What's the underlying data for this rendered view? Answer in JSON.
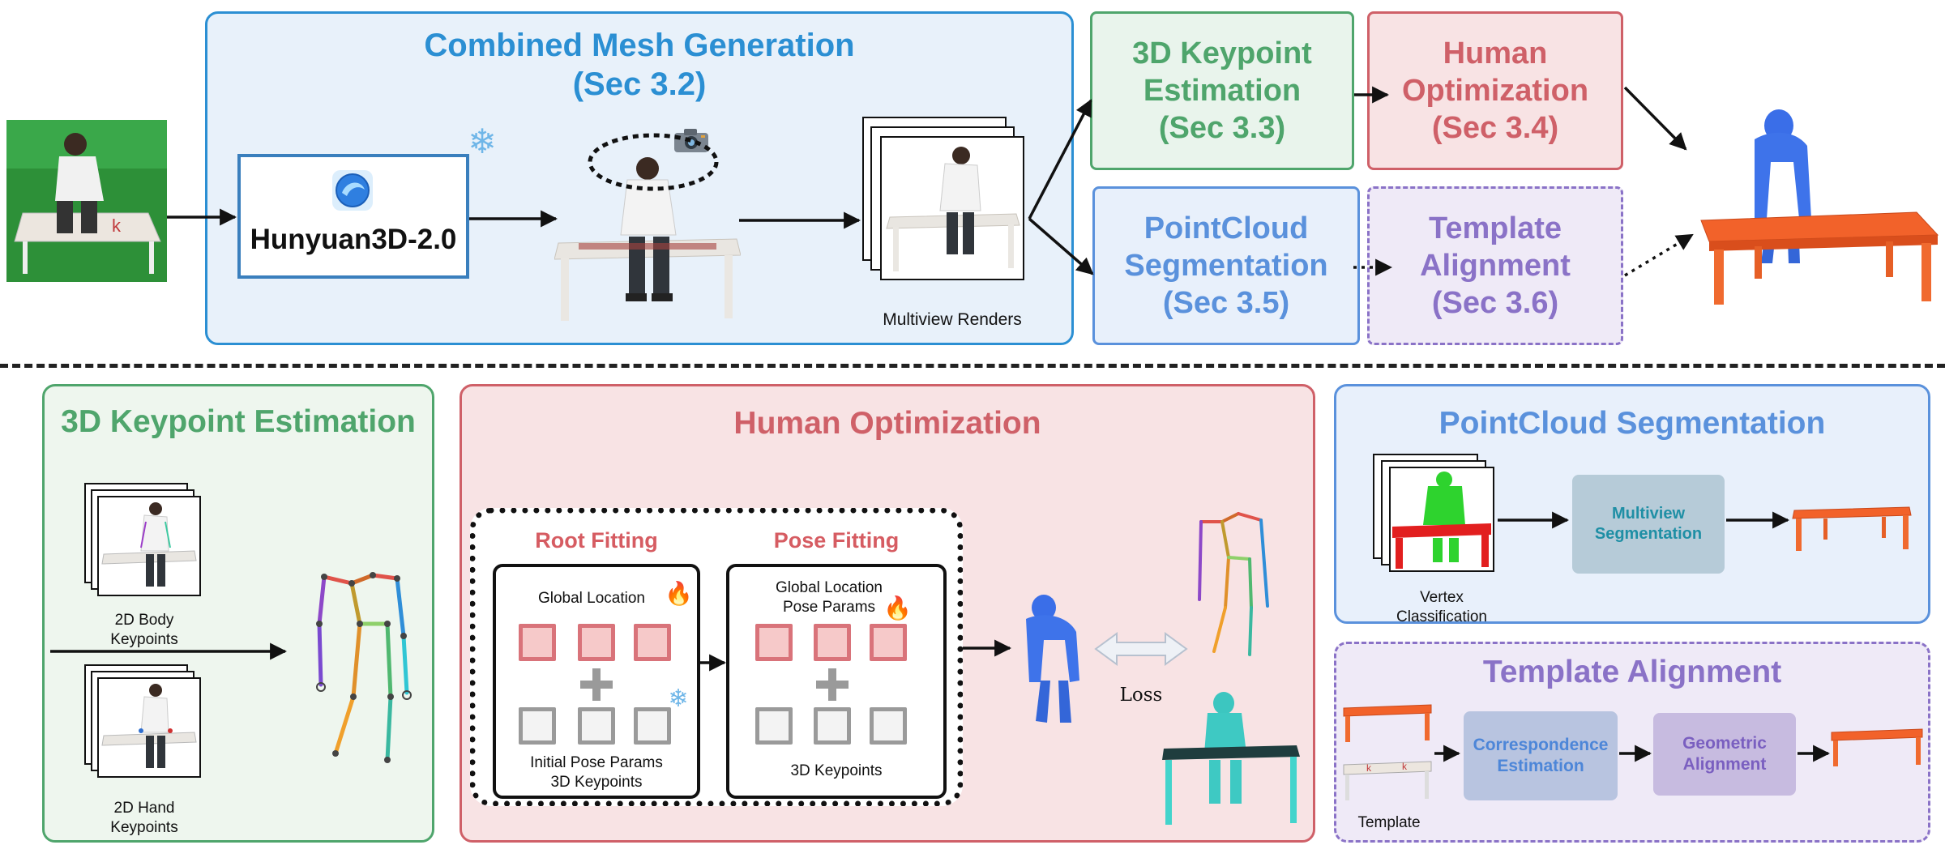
{
  "top": {
    "mesh_title": "Combined Mesh Generation",
    "mesh_sec": "(Sec 3.2)",
    "hunyuan_label": "Hunyuan3D-2.0",
    "multiview_label": "Multiview Renders",
    "kp_box": [
      "3D Keypoint",
      "Estimation",
      "(Sec 3.3)"
    ],
    "human_box": [
      "Human",
      "Optimization",
      "(Sec 3.4)"
    ],
    "seg_box": [
      "PointCloud",
      "Segmentation",
      "(Sec 3.5)"
    ],
    "tmpl_box": [
      "Template",
      "Alignment",
      "(Sec 3.6)"
    ]
  },
  "kp_panel": {
    "title": "3D Keypoint Estimation",
    "body_label": [
      "2D Body",
      "Keypoints"
    ],
    "hand_label": [
      "2D Hand",
      "Keypoints"
    ]
  },
  "human_panel": {
    "title": "Human Optimization",
    "root_title": "Root Fitting",
    "pose_title": "Pose Fitting",
    "root_top": "Global Location",
    "root_bottom": [
      "Initial Pose Params",
      "3D Keypoints"
    ],
    "pose_top": [
      "Global Location",
      "Pose Params"
    ],
    "pose_bottom": "3D Keypoints",
    "loss_label": "Loss"
  },
  "seg_panel": {
    "title": "PointCloud Segmentation",
    "vertex_label": [
      "Vertex",
      "Classification"
    ],
    "multiview_seg": [
      "Multiview",
      "Segmentation"
    ]
  },
  "tmpl_panel": {
    "title": "Template Alignment",
    "template_label": "Template",
    "corr": [
      "Correspondence",
      "Estimation"
    ],
    "geo": [
      "Geometric",
      "Alignment"
    ]
  },
  "colors": {
    "blue": "#2b8fd3",
    "green": "#4fa56c",
    "red": "#cf6068",
    "purple": "#8a72c7",
    "seg_blue": "#5a91dc",
    "teal": "#1f8fa5",
    "orange": "#f26b2a"
  }
}
